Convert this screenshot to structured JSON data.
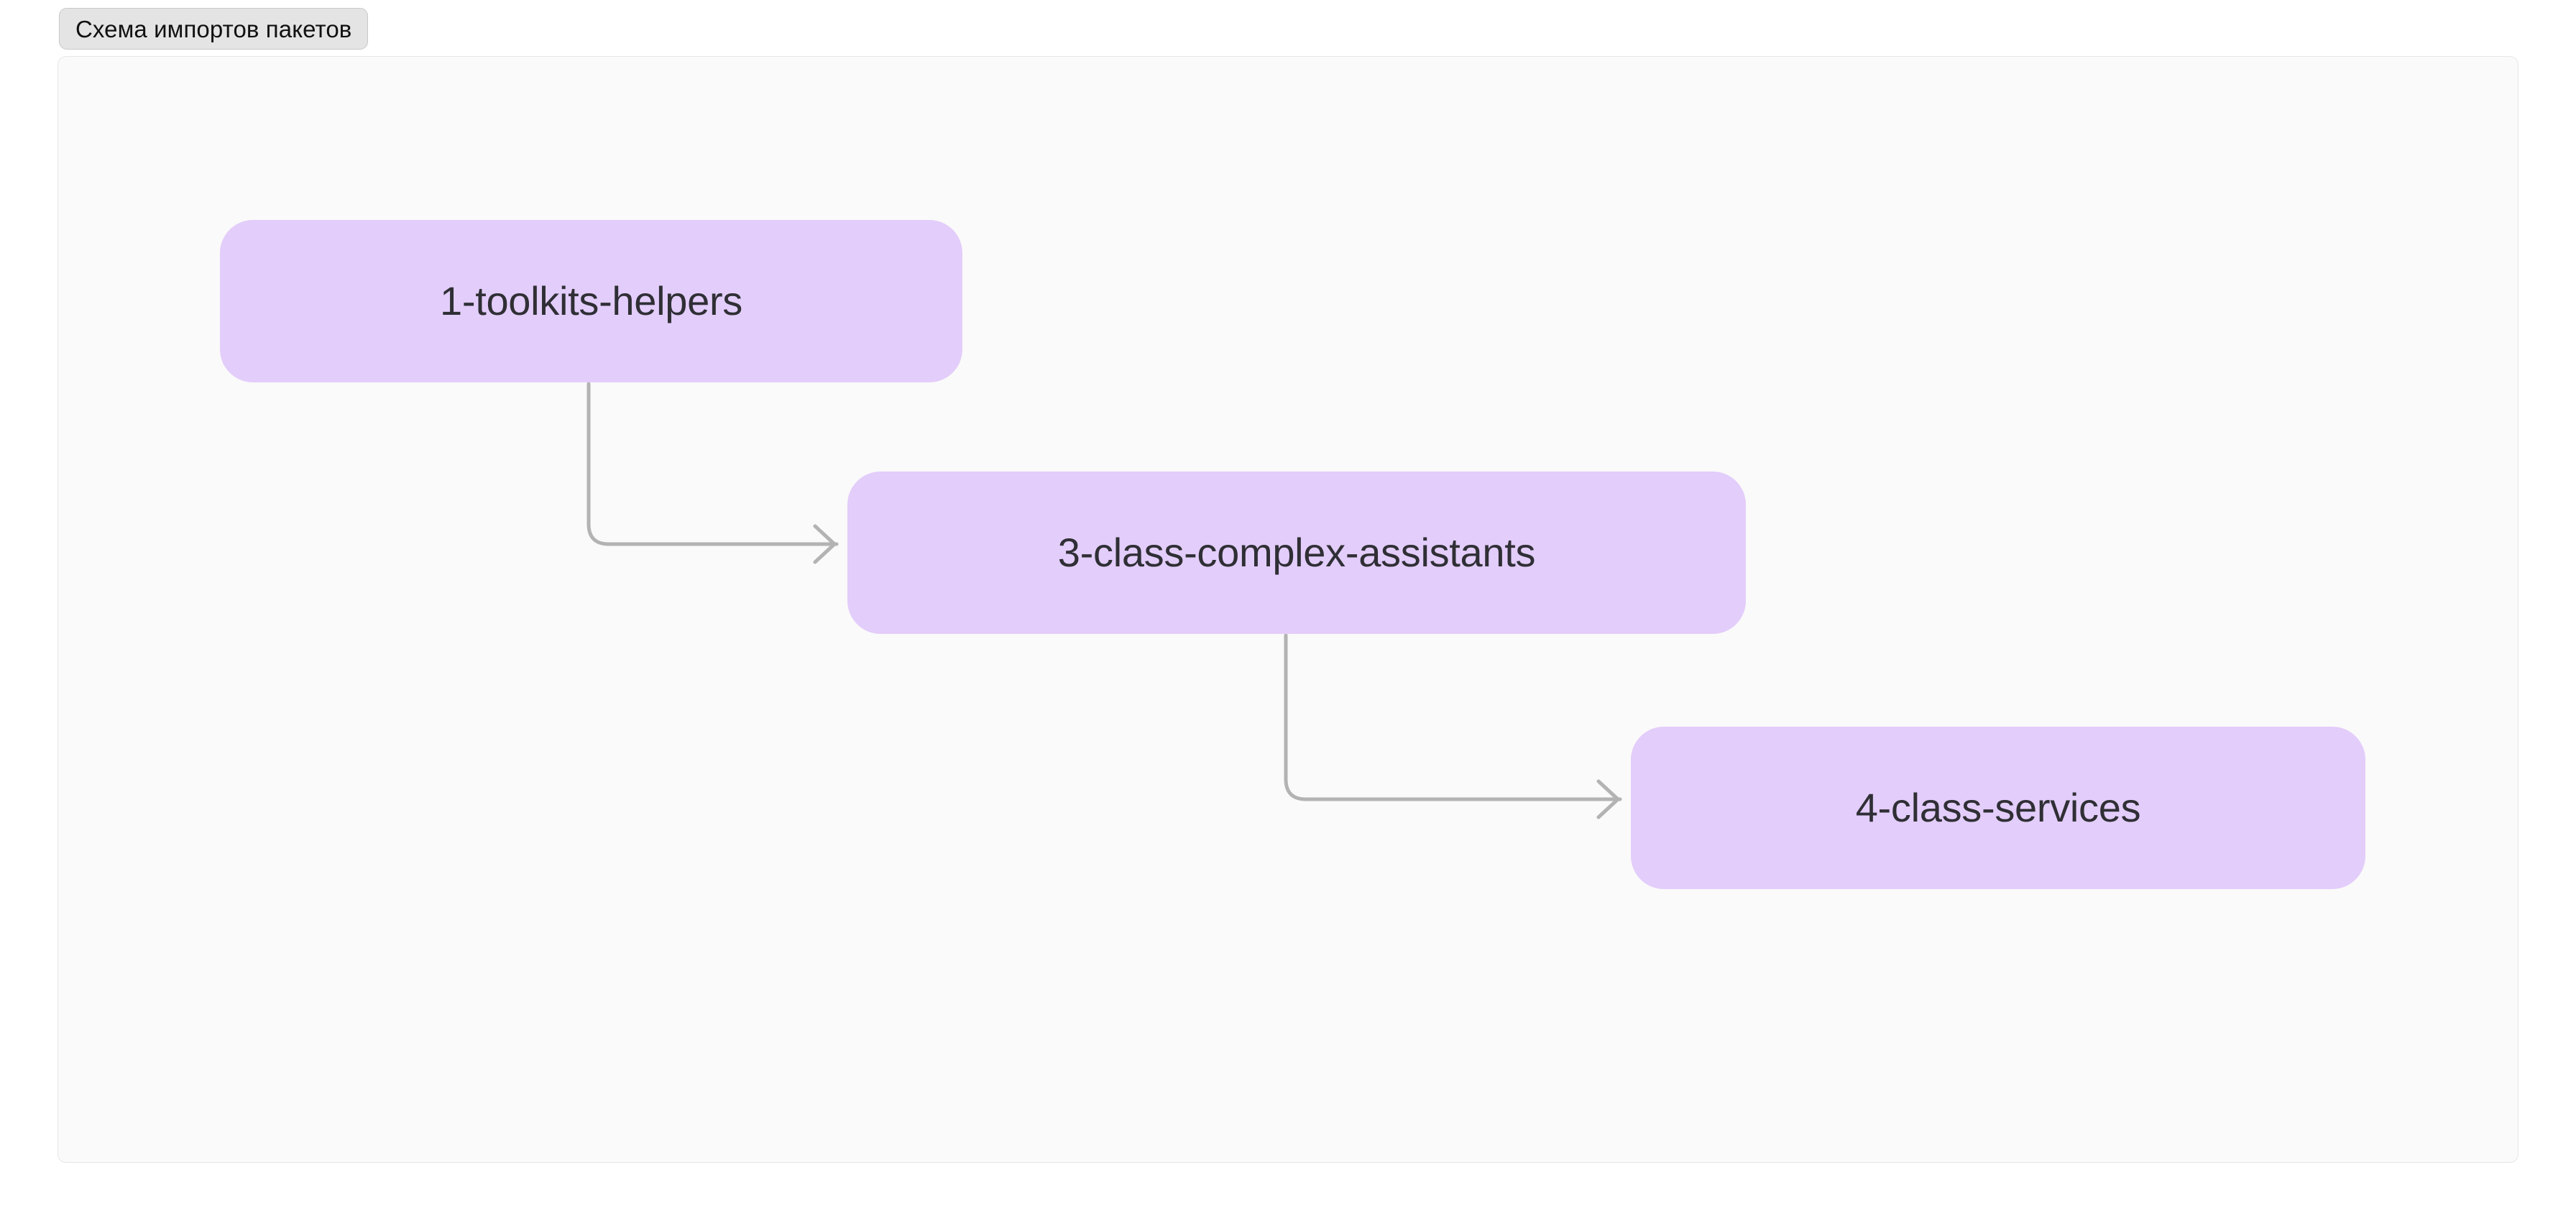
{
  "tab": {
    "label": "Схема импортов пакетов",
    "active": true
  },
  "panel": {
    "background_color": "#fafafa",
    "border_color": "#e6e6e6"
  },
  "diagram": {
    "type": "flowchart",
    "direction": "left-to-right-cascade",
    "node_fill_color": "#e3cdfa",
    "node_text_color": "#2f2f35",
    "edge_color": "#b3b3b3",
    "nodes": [
      {
        "id": "n1",
        "label": "1-toolkits-helpers"
      },
      {
        "id": "n2",
        "label": "3-class-complex-assistants"
      },
      {
        "id": "n3",
        "label": "4-class-services"
      }
    ],
    "edges": [
      {
        "from": "n1",
        "to": "n2",
        "label": "",
        "arrow": "open-chevron"
      },
      {
        "from": "n2",
        "to": "n3",
        "label": "",
        "arrow": "open-chevron"
      }
    ]
  }
}
